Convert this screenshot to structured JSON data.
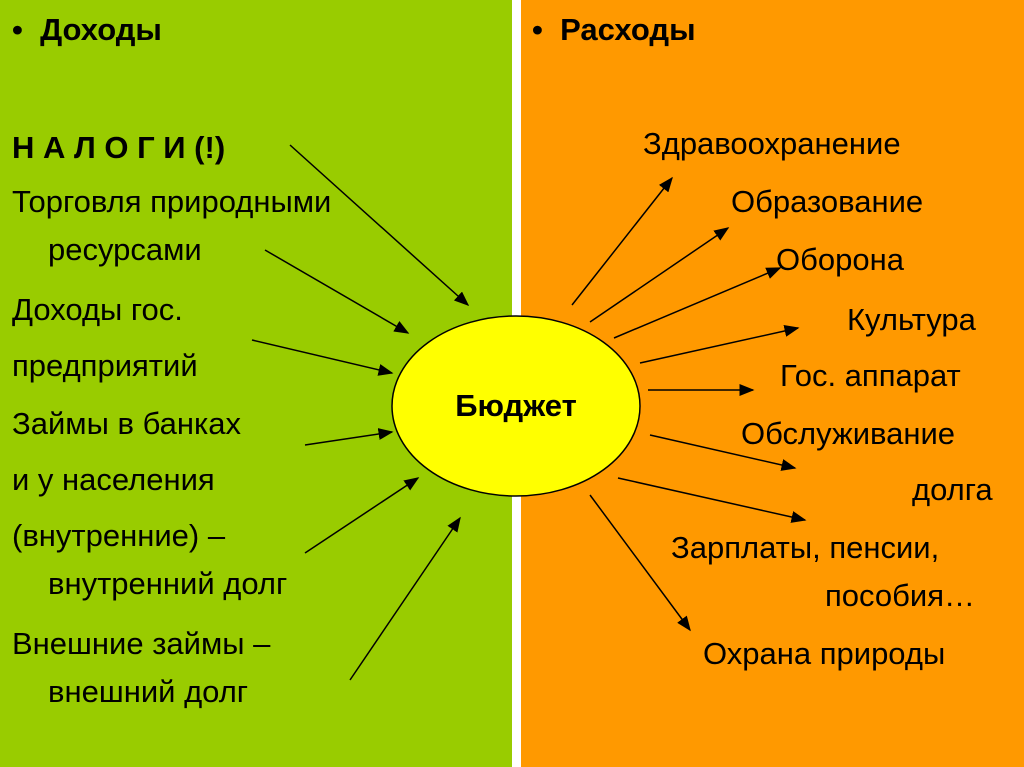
{
  "income": {
    "heading": "Доходы",
    "items": [
      "Н А Л О Г И (!)",
      "Торговля природными",
      "ресурсами",
      "Доходы гос.",
      "предприятий",
      "Займы в банках",
      "и у населения",
      "(внутренние) –",
      "внутренний долг",
      "Внешние займы –",
      "внешний долг"
    ]
  },
  "expenses": {
    "heading": "Расходы",
    "items": [
      "Здравоохранение",
      "Образование",
      "Оборона",
      "Культура",
      "Гос. аппарат",
      "Обслуживание",
      "долга",
      "Зарплаты, пенсии,",
      "пособия…",
      "Охрана природы"
    ]
  },
  "center": {
    "label": "Бюджет"
  },
  "colors": {
    "income_bg": "#99CC00",
    "expenses_bg": "#FF9900",
    "center_fill": "#FFFF00"
  }
}
